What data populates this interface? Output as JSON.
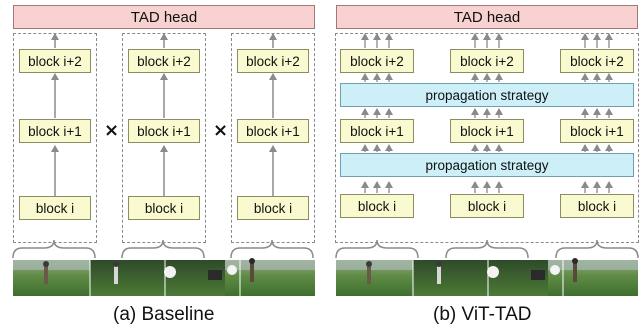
{
  "baseline": {
    "head_label": "TAD head",
    "block_top": "block i+2",
    "block_mid": "block i+1",
    "block_bottom": "block i",
    "separator": "×",
    "caption": "(a) Baseline"
  },
  "vit_tad": {
    "head_label": "TAD head",
    "block_top": "block i+2",
    "block_mid": "block i+1",
    "block_bottom": "block i",
    "propagation_label": "propagation strategy",
    "caption": "(b) ViT-TAD"
  },
  "colors": {
    "head_fill": "#f7d2d0",
    "block_fill": "#fafad0",
    "propagation_fill": "#cdeff8",
    "arrow": "#8a8a8a",
    "dashed_border": "#8a8a8a"
  }
}
